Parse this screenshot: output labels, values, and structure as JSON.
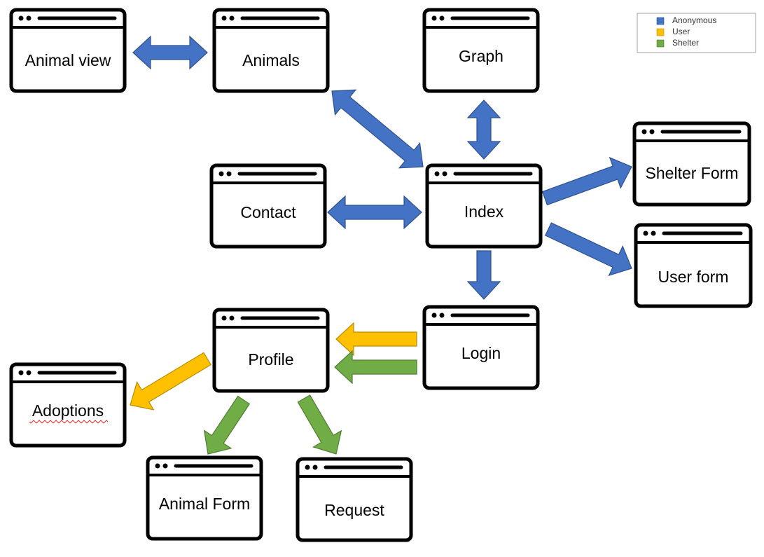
{
  "colors": {
    "anonymous": "#4472C4",
    "user": "#FFC000",
    "shelter": "#70AD47",
    "anonymous_border": "#2F528F",
    "user_border": "#BC8C00",
    "shelter_border": "#507E32"
  },
  "legend": [
    {
      "label": "Anonymous",
      "color_key": "anonymous"
    },
    {
      "label": "User",
      "color_key": "user"
    },
    {
      "label": "Shelter",
      "color_key": "shelter"
    }
  ],
  "pages": [
    {
      "id": "animal-view",
      "label": "Animal view"
    },
    {
      "id": "animals",
      "label": "Animals"
    },
    {
      "id": "graph",
      "label": "Graph"
    },
    {
      "id": "contact",
      "label": "Contact"
    },
    {
      "id": "index",
      "label": "Index"
    },
    {
      "id": "shelter-form",
      "label": "Shelter Form"
    },
    {
      "id": "user-form",
      "label": "User form"
    },
    {
      "id": "login",
      "label": "Login"
    },
    {
      "id": "profile",
      "label": "Profile"
    },
    {
      "id": "adoptions",
      "label": "Adoptions"
    },
    {
      "id": "animal-form",
      "label": "Animal Form"
    },
    {
      "id": "request",
      "label": "Request"
    }
  ],
  "connections": [
    {
      "from": "animal-view",
      "to": "animals",
      "role": "anonymous",
      "bidirectional": true
    },
    {
      "from": "animals",
      "to": "index",
      "role": "anonymous",
      "bidirectional": true
    },
    {
      "from": "graph",
      "to": "index",
      "role": "anonymous",
      "bidirectional": true
    },
    {
      "from": "contact",
      "to": "index",
      "role": "anonymous",
      "bidirectional": true
    },
    {
      "from": "index",
      "to": "shelter-form",
      "role": "anonymous",
      "bidirectional": false
    },
    {
      "from": "index",
      "to": "user-form",
      "role": "anonymous",
      "bidirectional": false
    },
    {
      "from": "index",
      "to": "login",
      "role": "anonymous",
      "bidirectional": false
    },
    {
      "from": "login",
      "to": "profile",
      "role": "user",
      "bidirectional": false
    },
    {
      "from": "login",
      "to": "profile",
      "role": "shelter",
      "bidirectional": false
    },
    {
      "from": "profile",
      "to": "adoptions",
      "role": "user",
      "bidirectional": false
    },
    {
      "from": "profile",
      "to": "animal-form",
      "role": "shelter",
      "bidirectional": false
    },
    {
      "from": "profile",
      "to": "request",
      "role": "shelter",
      "bidirectional": false
    }
  ]
}
